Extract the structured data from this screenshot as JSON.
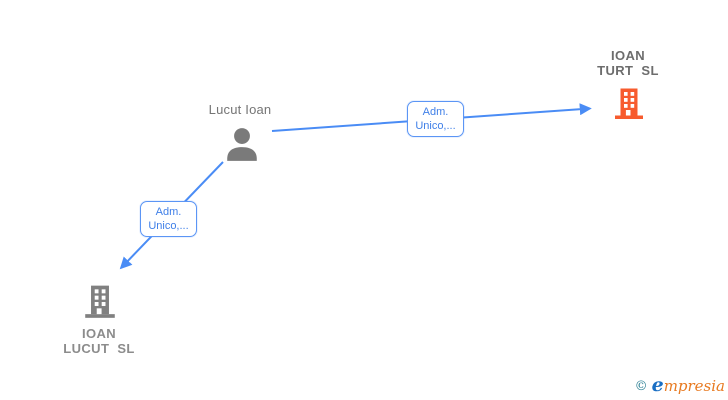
{
  "person": {
    "label": "Lucut Ioan",
    "icon": "person-silhouette",
    "color": "#7a7a7a",
    "label_color": "#757575"
  },
  "companies": [
    {
      "line1": "IOAN",
      "line2": "TURT  SL",
      "icon": "building",
      "color": "#f75b2e",
      "label_color": "#6d6d6d"
    },
    {
      "line1": "IOAN",
      "line2": "LUCUT  SL",
      "icon": "building",
      "color": "#808080",
      "label_color": "#8c8c8c"
    }
  ],
  "edges": [
    {
      "line1": "Adm.",
      "line2": "Unico,...",
      "from": "Lucut Ioan",
      "to": "IOAN TURT SL"
    },
    {
      "line1": "Adm.",
      "line2": "Unico,...",
      "from": "Lucut Ioan",
      "to": "IOAN LUCUT SL"
    }
  ],
  "colors": {
    "edge_stroke": "#4a8cf5",
    "edge_label_text": "#3f7fe8",
    "edge_label_border": "#5b95f5",
    "edge_label_bg": "#ffffff"
  },
  "footer": {
    "copyright_symbol": "©",
    "brand_first_letter": "e",
    "brand_rest": "mpresia",
    "copyright_color": "#2a7f93",
    "brand_e_color": "#1a6fc4",
    "brand_rest_color": "#e87a21"
  }
}
